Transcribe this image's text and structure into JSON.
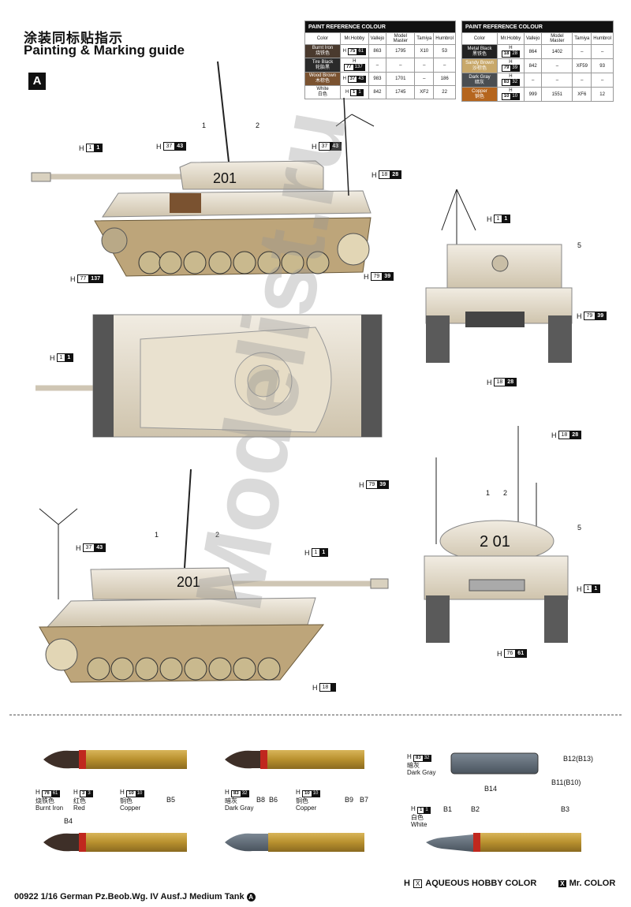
{
  "header": {
    "title_cn": "涂装同标贴指示",
    "title_en": "Painting & Marking guide",
    "sheet_letter": "A"
  },
  "paint_table_1": {
    "caption": "PAINT  REFERENCE COLOUR",
    "columns": [
      "Color",
      "Mr.Hobby",
      "Vallejo",
      "Model Master",
      "Tamiya",
      "Humbrol"
    ],
    "rows": [
      {
        "name": "Burnt Iron",
        "cn": "烧铁色",
        "code": "75",
        "mc": "61",
        "vallejo": "863",
        "mm": "1795",
        "tamiya": "X10",
        "humbrol": "53",
        "color": "#4a3a2e"
      },
      {
        "name": "Tire Black",
        "cn": "轮胎黑",
        "code": "77",
        "mc": "137",
        "vallejo": "–",
        "mm": "–",
        "tamiya": "–",
        "humbrol": "–",
        "color": "#2a2a2a"
      },
      {
        "name": "Wood Brown",
        "cn": "木棕色",
        "code": "37",
        "mc": "43",
        "vallejo": "983",
        "mm": "1701",
        "tamiya": "–",
        "humbrol": "186",
        "color": "#7a5230"
      },
      {
        "name": "White",
        "cn": "白色",
        "code": "1",
        "mc": "1",
        "vallejo": "842",
        "mm": "1745",
        "tamiya": "XF2",
        "humbrol": "22",
        "color": "#ffffff"
      }
    ]
  },
  "paint_table_2": {
    "caption": "PAINT  REFERENCE COLOUR",
    "columns": [
      "Color",
      "Mr.Hobby",
      "Vallejo",
      "Model Master",
      "Tamiya",
      "Humbrol"
    ],
    "rows": [
      {
        "name": "Metal Black",
        "cn": "黑铁色",
        "code": "18",
        "mc": "28",
        "vallejo": "864",
        "mm": "1402",
        "tamiya": "–",
        "humbrol": "–",
        "color": "#222222"
      },
      {
        "name": "Sandy Brown",
        "cn": "沙棕色",
        "code": "79",
        "mc": "39",
        "vallejo": "842",
        "mm": "–",
        "tamiya": "XF59",
        "humbrol": "93",
        "color": "#c8a86a"
      },
      {
        "name": "Dark Gray",
        "cn": "暗灰",
        "code": "83",
        "mc": "32",
        "vallejo": "–",
        "mm": "–",
        "tamiya": "–",
        "humbrol": "–",
        "color": "#4a4e52"
      },
      {
        "name": "Copper",
        "cn": "铜色",
        "code": "10",
        "mc": "10",
        "vallejo": "999",
        "mm": "1551",
        "tamiya": "XF6",
        "humbrol": "12",
        "color": "#b5651d"
      }
    ]
  },
  "callouts": {
    "h1_1": {
      "h": "H",
      "code": "1",
      "mc": "1"
    },
    "h37_43": {
      "h": "H",
      "code": "37",
      "mc": "43"
    },
    "h18_28": {
      "h": "H",
      "code": "18",
      "mc": "28"
    },
    "h77_137": {
      "h": "H",
      "code": "77",
      "mc": "137"
    },
    "h79_39": {
      "h": "H",
      "code": "79",
      "mc": "39"
    },
    "h76_61": {
      "h": "H",
      "code": "76",
      "mc": "61"
    },
    "h18_blank": {
      "h": "H",
      "code": "18",
      "mc": ""
    }
  },
  "marks": {
    "n1": "1",
    "n2": "2",
    "n5": "5",
    "turret_number": "201",
    "turret_number_rear": "2 01"
  },
  "ammo": {
    "h76_61": {
      "h": "H",
      "code": "76",
      "mc": "61",
      "cn": "烧铁色",
      "en": "Burnt Iron"
    },
    "h3_3": {
      "h": "H",
      "code": "3",
      "mc": "3",
      "cn": "红色",
      "en": "Red"
    },
    "h10_10": {
      "h": "H",
      "code": "10",
      "mc": "10",
      "cn": "铜色",
      "en": "Copper"
    },
    "h83_32": {
      "h": "H",
      "code": "83",
      "mc": "32",
      "cn": "暗灰",
      "en": "Dark Gray"
    },
    "h1_1": {
      "h": "H",
      "code": "1",
      "mc": "1",
      "cn": "白色",
      "en": "White"
    },
    "b4": "B4",
    "b5": "B5",
    "b6": "B6",
    "b7": "B7",
    "b8": "B8",
    "b9": "B9",
    "b1": "B1",
    "b2": "B2",
    "b3": "B3",
    "b14": "B14",
    "b12": "B12(B13)",
    "b11": "B11(B10)"
  },
  "legend": {
    "h": "H",
    "x": "X",
    "aqueous": "AQUEOUS HOBBY COLOR",
    "mx": "X",
    "mr": "Mr. COLOR"
  },
  "footer": {
    "code": "00922  1/16  German Pz.Beob.Wg. IV Ausf.J Medium Tank",
    "sheet": "A"
  },
  "watermark": "Modelist.ru"
}
